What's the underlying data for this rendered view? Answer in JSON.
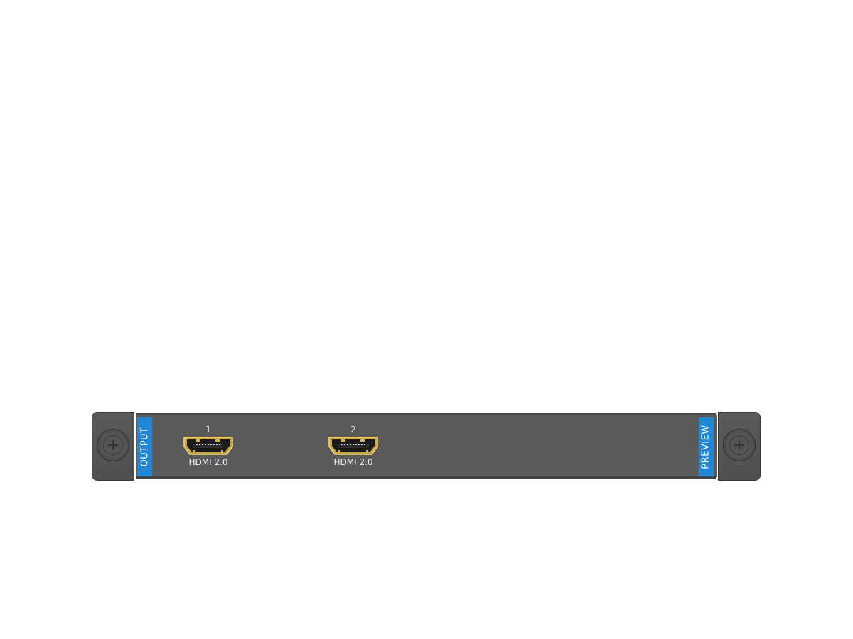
{
  "device": {
    "type": "hdmi-output-card-faceplate",
    "left_label": "OUTPUT",
    "right_label": "PREVIEW",
    "ports": [
      {
        "number": "1",
        "name": "HDMI 2.0"
      },
      {
        "number": "2",
        "name": "HDMI 2.0"
      }
    ],
    "colors": {
      "panel": "#5a5a5a",
      "label_blue": "#1f87d8",
      "connector_gold": "#d9b44a",
      "text": "#f0f0f0"
    }
  }
}
